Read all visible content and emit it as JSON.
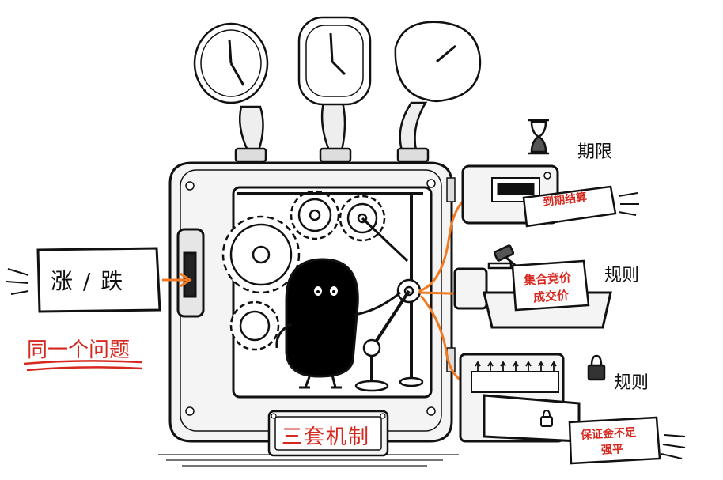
{
  "input_label": "涨 / 跌",
  "note": "同一个问题",
  "machine_label": "三套机制",
  "outputs": {
    "expiry": {
      "title": "期限",
      "card": "到期结算"
    },
    "rule1": {
      "title": "规则",
      "card_line1": "集合竞价",
      "card_line2": "成交价"
    },
    "rule2": {
      "title": "规则",
      "card_line1": "保证金不足",
      "card_line2": "强平"
    }
  },
  "colors": {
    "accent": "#d6281f",
    "arrow": "#f07a22",
    "ink": "#111111"
  }
}
